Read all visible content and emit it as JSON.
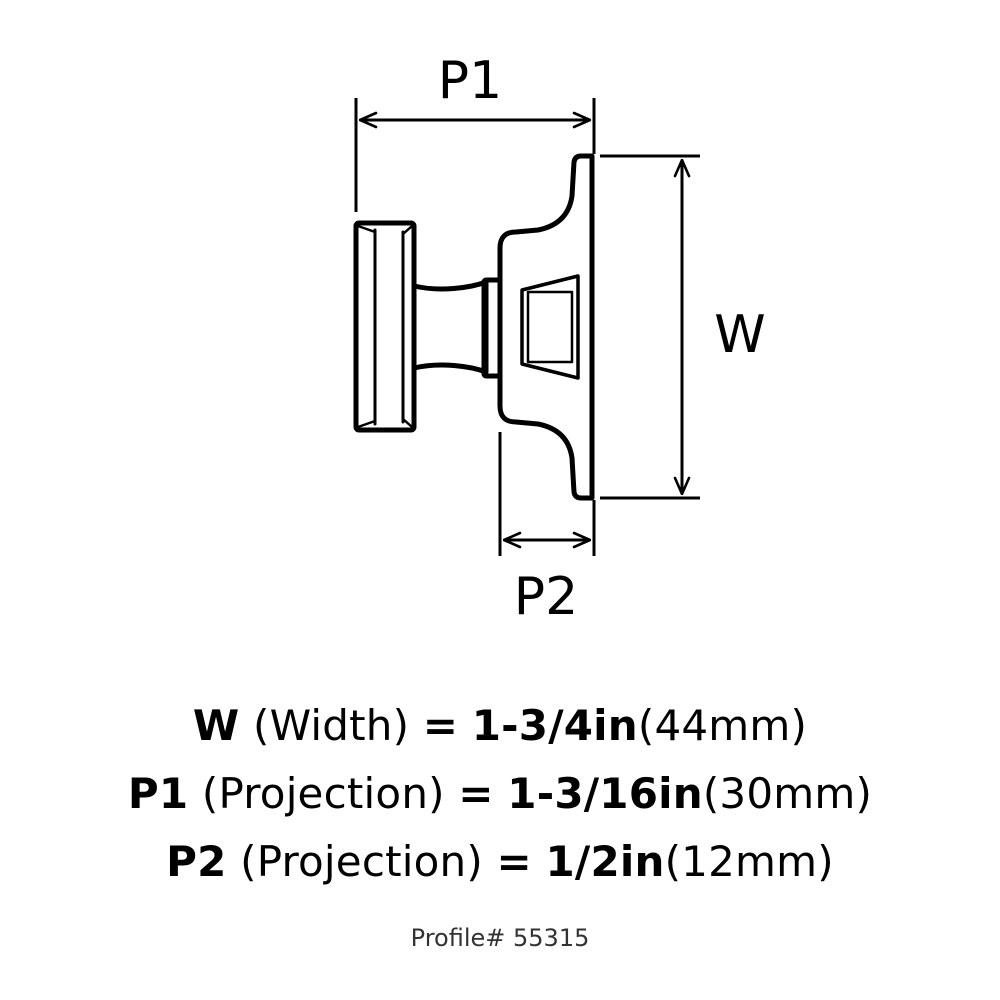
{
  "diagram": {
    "labels": {
      "p1": "P1",
      "p2": "P2",
      "w": "W"
    }
  },
  "specs": [
    {
      "key": "W",
      "desc": "(Width)",
      "eq": "=",
      "imperial": "1-3/4in",
      "metric": "(44mm)"
    },
    {
      "key": "P1",
      "desc": "(Projection)",
      "eq": "=",
      "imperial": "1-3/16in",
      "metric": "(30mm)"
    },
    {
      "key": "P2",
      "desc": "(Projection)",
      "eq": "=",
      "imperial": "1/2in",
      "metric": "(12mm)"
    }
  ],
  "profile": "Profile# 55315",
  "colors": {
    "ink": "#000000",
    "profile_text": "#333333",
    "background": "#ffffff"
  }
}
